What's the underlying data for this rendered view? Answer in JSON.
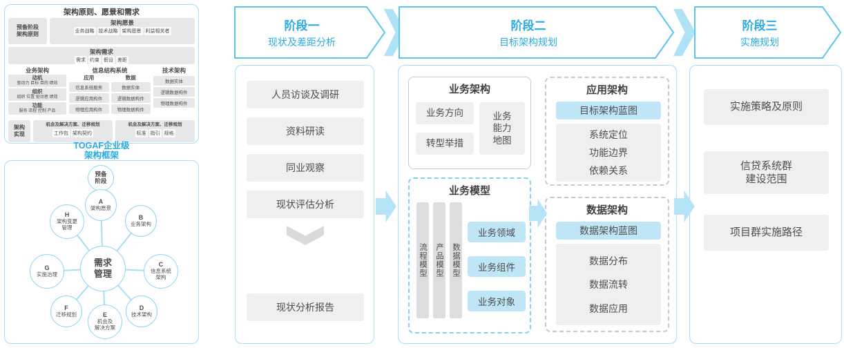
{
  "colors": {
    "accent_blue": "#29ABE2",
    "arrow_border_blue": "#5BC6EC",
    "panel_border_blue": "#A5DEF5",
    "highlight_blue": "#BFE6F6",
    "separator_blue": "#AEE2F7",
    "box_gray": "#EFEFEF",
    "text_dark": "#4D4D4D"
  },
  "togaf": {
    "label": "TOGAF企业级\n架构框架",
    "principles": {
      "title": "架构原则、愿景和需求",
      "prep_phase": "预备阶段\n架构原则",
      "vision_title": "架构愿景",
      "vision_items": [
        "业务战略",
        "技术战略",
        "架构愿景",
        "利益相关者"
      ],
      "req_title": "架构需求",
      "req_items": [
        "需求",
        "约束",
        "假设",
        "差距"
      ],
      "business_title": "业务架构",
      "business_groups": [
        {
          "name": "动机",
          "items": "驱动力 目标 目的 绩效"
        },
        {
          "name": "组织",
          "items": "组织 位置 驱动者 绩效"
        },
        {
          "name": "功能",
          "items": "服务 流程 控制 产品"
        }
      ],
      "info_title": "信息结构系统",
      "app_title": "应用",
      "app_items": [
        "信息系统服务",
        "逻辑应用构件",
        "物理应用构件"
      ],
      "data_title": "数据",
      "data_items": [
        "数据实体",
        "逻辑数据构件",
        "物理数据构件"
      ],
      "tech_title": "技术架构",
      "tech_items": [
        "数据实体",
        "逻辑数据构件",
        "物理数据构件"
      ],
      "impl_title": "架构\n实现",
      "impl_left_title": "机会及解决方案、迁移规划",
      "impl_left_items": [
        "工作包",
        "架构契约"
      ],
      "impl_right_title": "机会及解决方案、迁移规划",
      "impl_right_items": [
        "标准",
        "指引",
        "规格"
      ]
    },
    "cycle": {
      "prep": "预备\n阶段",
      "center": "需求\n管理",
      "nodes": [
        {
          "letter": "A",
          "label": "架构愿景"
        },
        {
          "letter": "B",
          "label": "业务架构"
        },
        {
          "letter": "C",
          "label": "信息系统\n架构"
        },
        {
          "letter": "D",
          "label": "技术架构"
        },
        {
          "letter": "E",
          "label": "机会及\n解决方案"
        },
        {
          "letter": "F",
          "label": "迁移规划"
        },
        {
          "letter": "G",
          "label": "实施治理"
        },
        {
          "letter": "H",
          "label": "架构变更\n管理"
        }
      ]
    }
  },
  "phases": [
    {
      "title": "阶段一",
      "subtitle": "现状及差距分析"
    },
    {
      "title": "阶段二",
      "subtitle": "目标架构规划"
    },
    {
      "title": "阶段三",
      "subtitle": "实施规划"
    }
  ],
  "phase1": {
    "steps": [
      "人员访谈及调研",
      "资料研读",
      "同业观察",
      "现状评估分析"
    ],
    "result": "现状分析报告"
  },
  "phase2": {
    "business": {
      "title": "业务架构",
      "items": [
        "业务方向",
        "转型举措"
      ],
      "capability": "业务\n能力\n地图"
    },
    "model": {
      "title": "业务模型",
      "bars": [
        "流程模型",
        "产品模型",
        "数据模型"
      ],
      "items": [
        "业务领域",
        "业务组件",
        "业务对象"
      ]
    },
    "application": {
      "title": "应用架构",
      "blueprint": "目标架构蓝图",
      "items": [
        "系统定位",
        "功能边界",
        "依赖关系"
      ]
    },
    "data": {
      "title": "数据架构",
      "blueprint": "数据架构蓝图",
      "items": [
        "数据分布",
        "数据流转",
        "数据应用"
      ]
    }
  },
  "phase3": {
    "items": [
      "实施策略及原则",
      "信贷系统群\n建设范围",
      "项目群实施路径"
    ]
  }
}
